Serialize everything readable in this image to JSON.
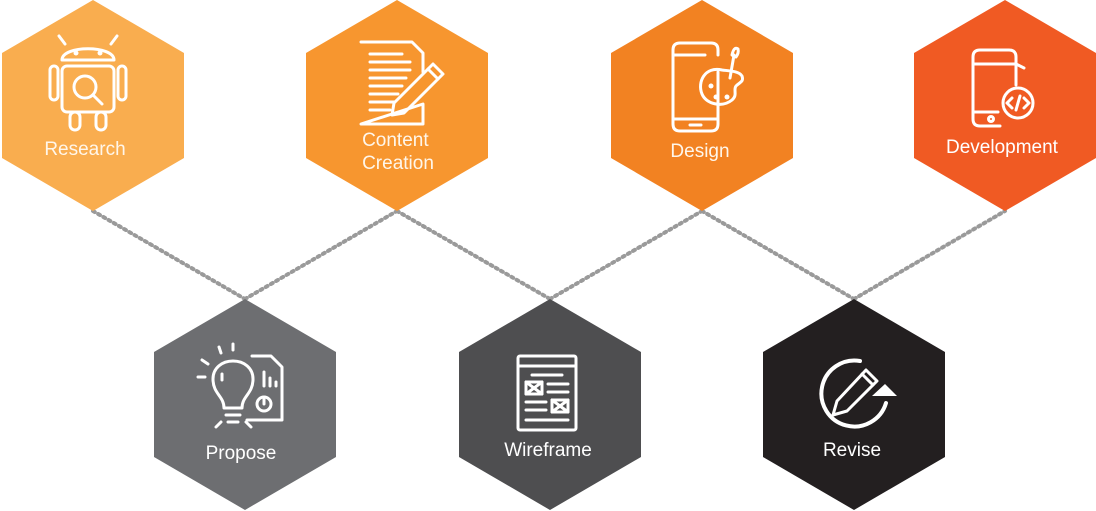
{
  "top_row": [
    {
      "id": "research",
      "label": [
        "Research"
      ],
      "icon": "android-search-icon",
      "color": "#f9ad4f"
    },
    {
      "id": "content-creation",
      "label": [
        "Content",
        "Creation"
      ],
      "icon": "document-pencil-icon",
      "color": "#f7962f"
    },
    {
      "id": "design",
      "label": [
        "Design"
      ],
      "icon": "phone-palette-icon",
      "color": "#f28222"
    },
    {
      "id": "development",
      "label": [
        "Development"
      ],
      "icon": "phone-code-icon",
      "color": "#f05a23"
    }
  ],
  "bottom_row": [
    {
      "id": "propose",
      "label": [
        "Propose"
      ],
      "icon": "lightbulb-document-icon",
      "color": "#6d6e71"
    },
    {
      "id": "wireframe",
      "label": [
        "Wireframe"
      ],
      "icon": "wireframe-icon",
      "color": "#4e4e50"
    },
    {
      "id": "revise",
      "label": [
        "Revise"
      ],
      "icon": "revise-pencil-icon",
      "color": "#231f20"
    }
  ],
  "connector_color": "#9a9a9a"
}
